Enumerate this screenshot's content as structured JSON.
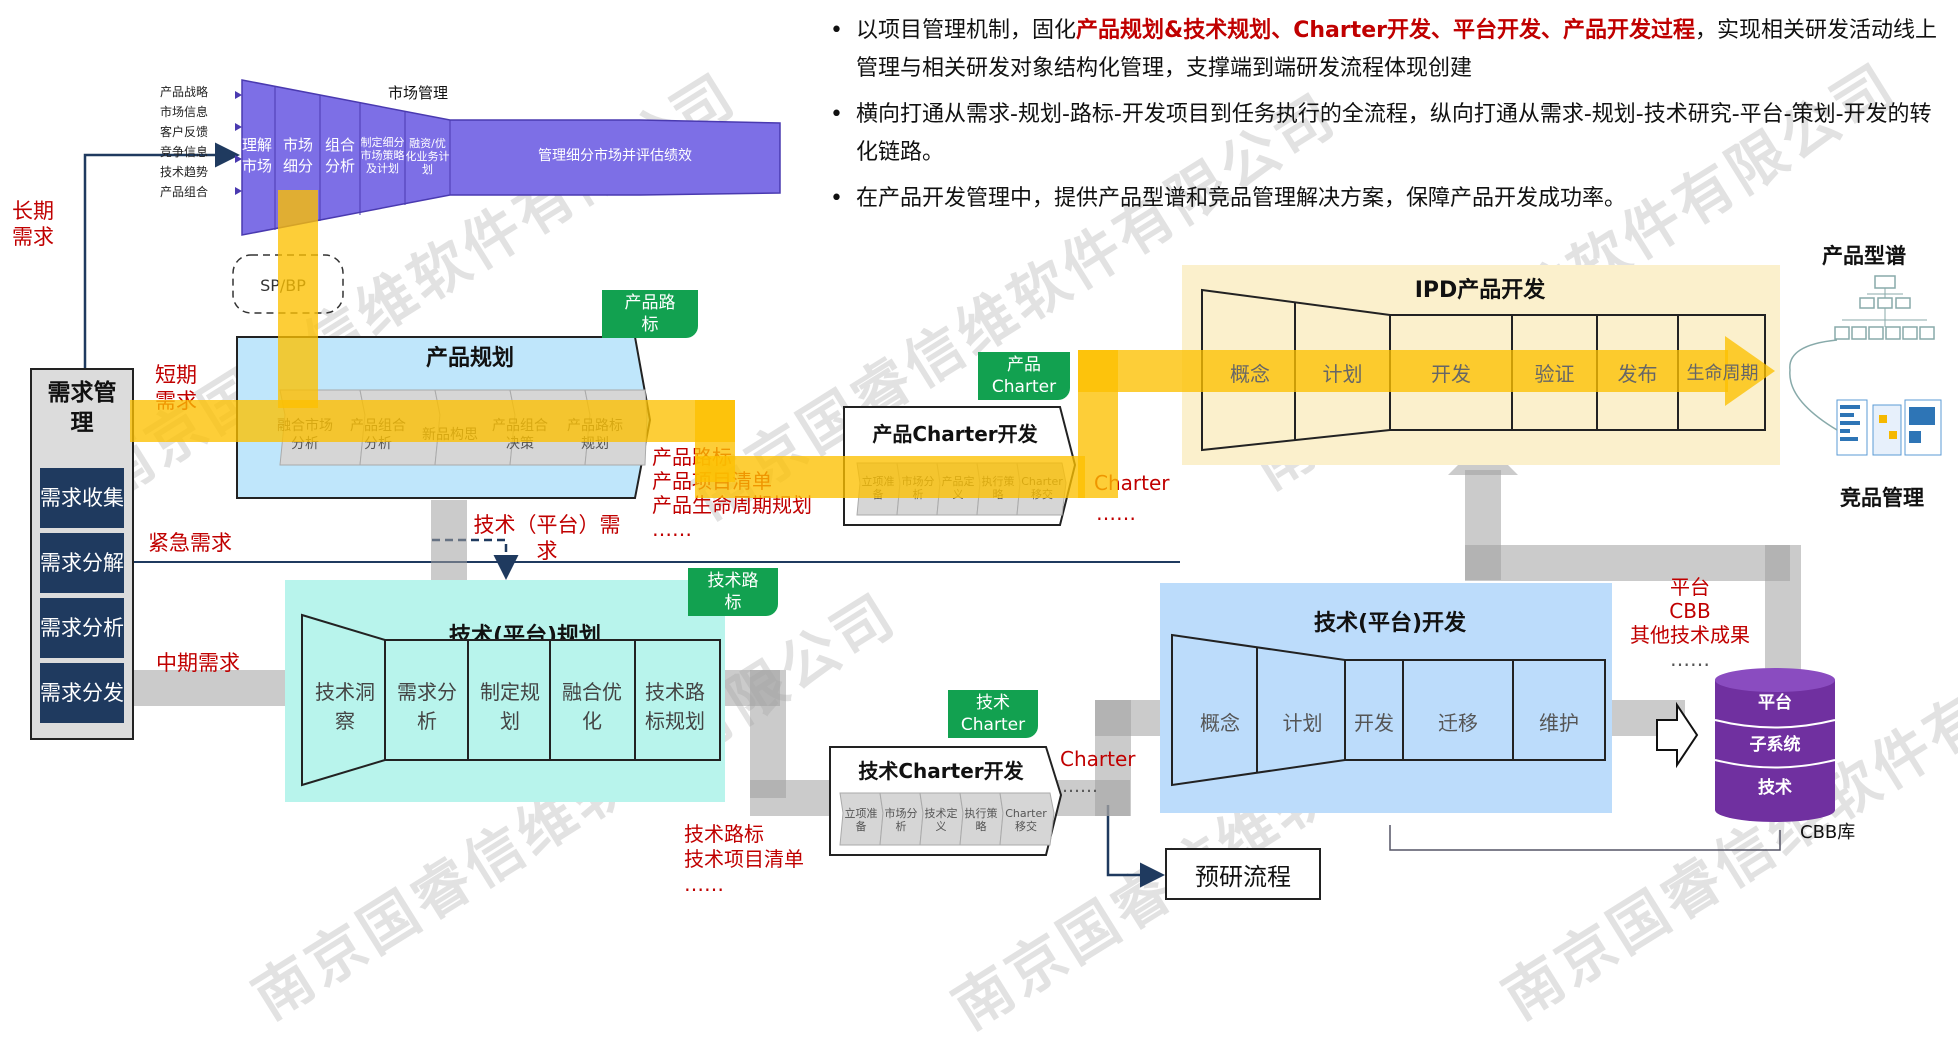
{
  "bullets": [
    {
      "pre": "以项目管理机制，固化",
      "hl": "产品规划&技术规划、Charter开发、平台开发、产品开发过程",
      "post": "，实现相关研发活动线上管理与相关研发对象结构化管理，支撑端到端研发流程体现创建"
    },
    {
      "pre": "横向打通从需求-规划-路标-开发项目到任务执行的全流程，纵向打通从需求-规划-技术研究-平台-策划-开发的转化链路。",
      "hl": "",
      "post": ""
    },
    {
      "pre": "在产品开发管理中，提供产品型谱和竞品管理解决方案，保障产品开发成功率。",
      "hl": "",
      "post": ""
    }
  ],
  "demand": {
    "title": "需求管理",
    "items": [
      "需求收集",
      "需求分解",
      "需求分析",
      "需求分发"
    ]
  },
  "demand_labels": {
    "long": "长期需求",
    "short": "短期需求",
    "urgent": "紧急需求",
    "mid": "中期需求"
  },
  "market": {
    "title": "市场管理",
    "inputs": [
      "产品战略",
      "市场信息",
      "客户反馈",
      "竞争信息",
      "技术趋势",
      "产品组合"
    ],
    "steps": [
      "理解市场",
      "市场细分",
      "组合分析",
      "制定细分市场策略及计划",
      "融资/优化业务计划",
      "管理细分市场并评估绩效"
    ],
    "spbp": "SP/BP"
  },
  "product_planning": {
    "title": "产品规划",
    "tag": "产品路标",
    "steps": [
      "融合市场分析",
      "产品组合分析",
      "新品构思",
      "产品组合决策",
      "产品路标规划"
    ],
    "outputs": [
      "产品路标",
      "产品项目清单",
      "产品生命周期规划",
      "……"
    ]
  },
  "product_charter": {
    "title": "产品Charter开发",
    "tag": "产品Charter",
    "steps": [
      "立项准备",
      "市场分析",
      "产品定义",
      "执行策略",
      "Charter移交"
    ],
    "output": "Charter",
    "dots": "……"
  },
  "tech_demand": "技术（平台）需求",
  "ipd": {
    "title": "IPD产品开发",
    "phases": [
      "概念",
      "计划",
      "开发",
      "验证",
      "发布",
      "生命周期"
    ]
  },
  "right": {
    "spectrum": "产品型谱",
    "competitor": "竞品管理"
  },
  "tech_planning": {
    "title": "技术(平台)规划",
    "tag": "技术路标",
    "steps": [
      "技术洞察",
      "需求分析",
      "制定规划",
      "融合优化",
      "技术路标规划"
    ],
    "outputs": [
      "技术路标",
      "技术项目清单",
      "……"
    ]
  },
  "tech_charter": {
    "title": "技术Charter开发",
    "tag": "技术Charter",
    "steps": [
      "立项准备",
      "市场分析",
      "技术定义",
      "执行策略",
      "Charter移交"
    ],
    "output": "Charter",
    "dots": "……"
  },
  "tech_dev": {
    "title": "技术(平台)开发",
    "phases": [
      "概念",
      "计划",
      "开发",
      "迁移",
      "维护"
    ],
    "outputs": [
      "平台",
      "CBB",
      "其他技术成果",
      "……"
    ]
  },
  "cbb": {
    "layers": [
      "平台",
      "子系统",
      "技术"
    ],
    "label": "CBB库"
  },
  "research": "预研流程",
  "watermark": "南京国睿信维软件有限公司"
}
